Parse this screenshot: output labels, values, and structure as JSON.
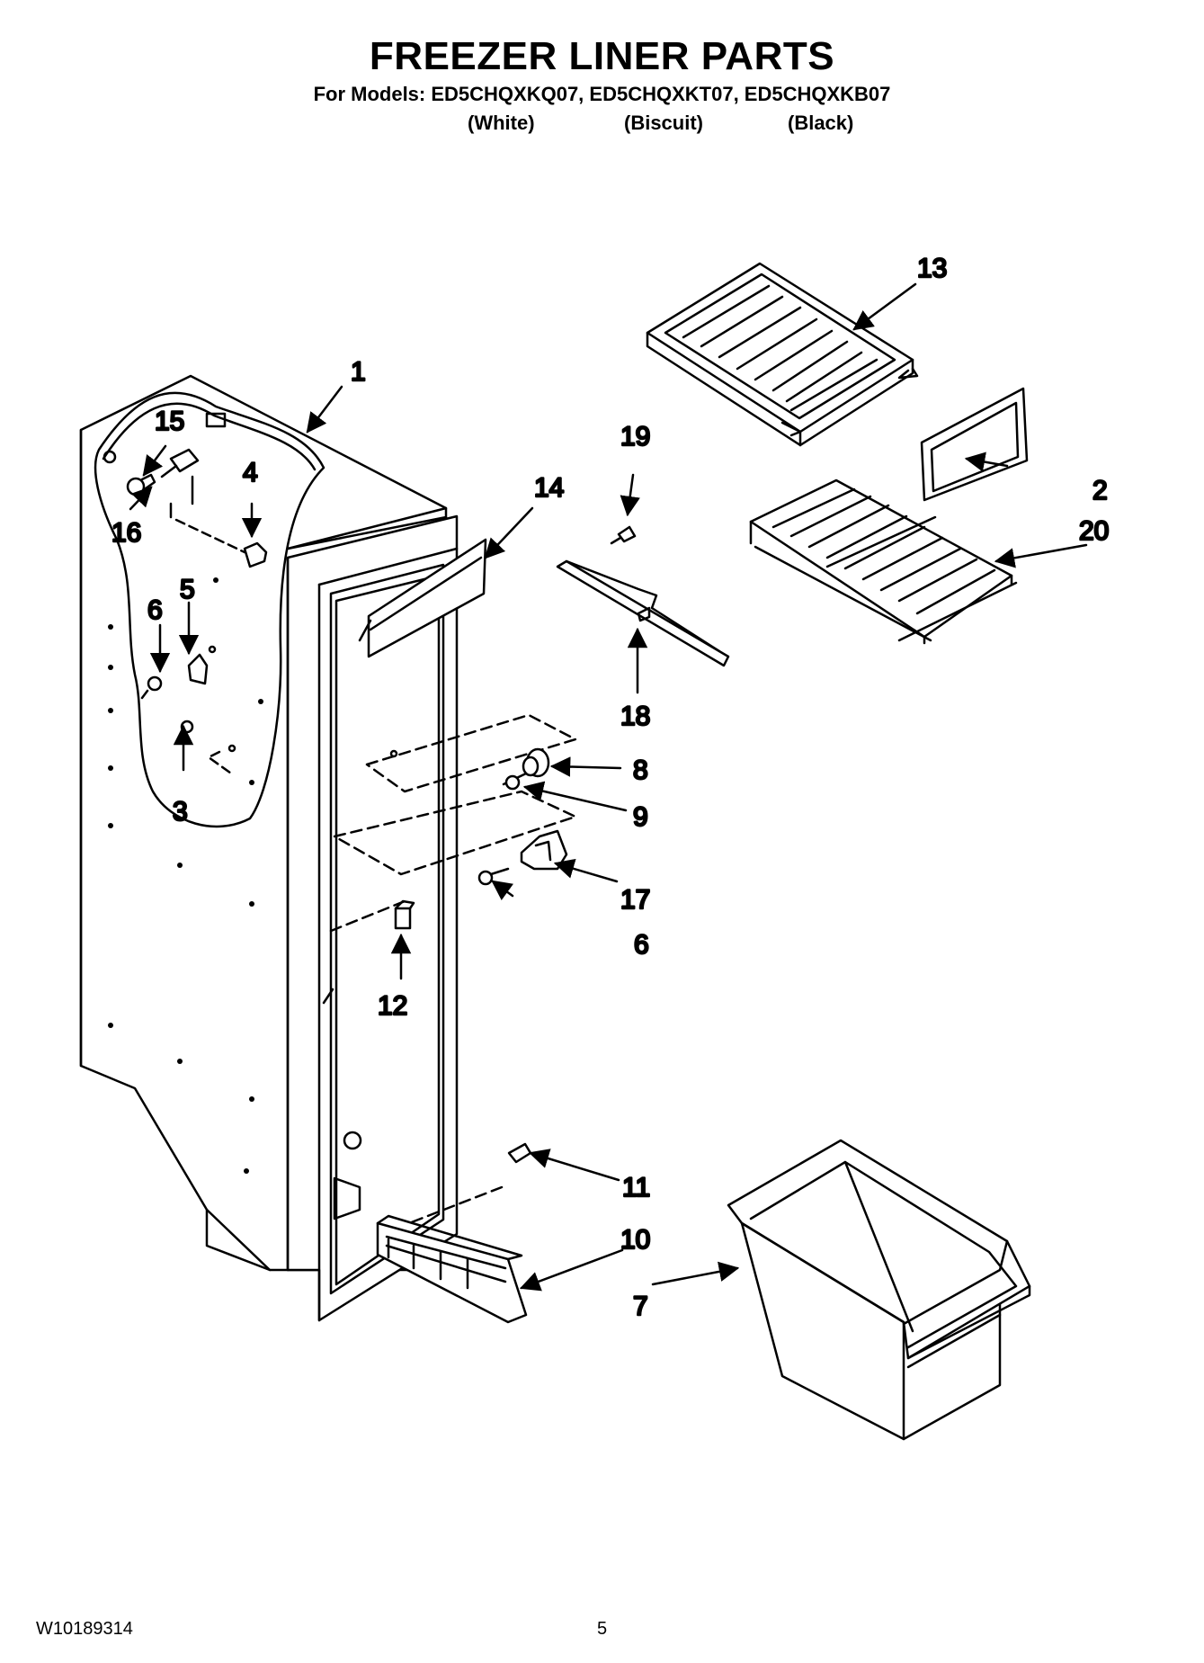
{
  "header": {
    "title": "FREEZER LINER PARTS",
    "models_line": "For Models: ED5CHQXKQ07, ED5CHQXKT07, ED5CHQXKB07",
    "variants": [
      "(White)",
      "(Biscuit)",
      "(Black)"
    ]
  },
  "callouts": [
    "1",
    "2",
    "3",
    "4",
    "5",
    "6",
    "6",
    "7",
    "8",
    "9",
    "10",
    "11",
    "12",
    "13",
    "14",
    "15",
    "16",
    "17",
    "18",
    "19",
    "20"
  ],
  "footer": {
    "doc_number": "W10189314",
    "page_number": "5"
  }
}
